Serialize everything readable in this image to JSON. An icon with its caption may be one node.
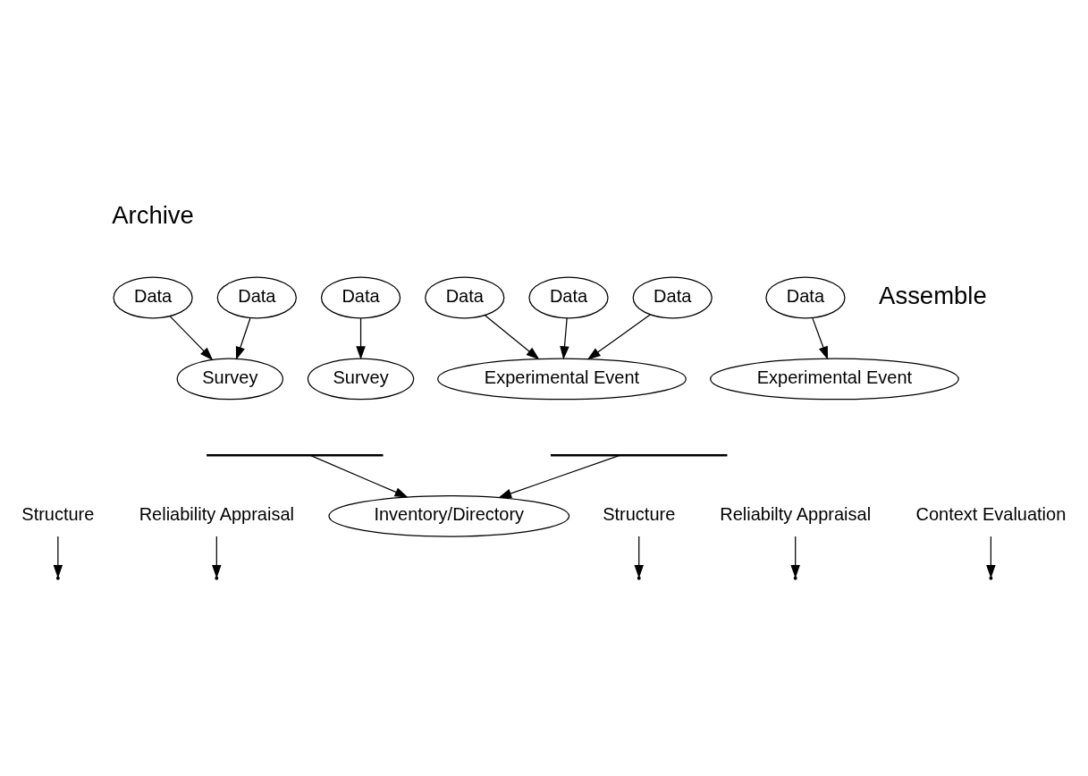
{
  "diagram": {
    "nodes": [
      {
        "text": [
          "Data"
        ]
      },
      {
        "text": [
          "Data"
        ]
      },
      {
        "text": [
          "Data"
        ]
      },
      {
        "text": [
          "Data"
        ]
      },
      {
        "text": [
          "Data"
        ]
      },
      {
        "text": [
          "Data"
        ]
      },
      {
        "text": [
          "Data"
        ]
      },
      {
        "text": [
          "Survey"
        ]
      },
      {
        "text": [
          "Survey"
        ]
      },
      {
        "text": [
          "Experimental Event"
        ]
      },
      {
        "text": [
          "Experimental Event"
        ]
      },
      {
        "text": [],
        "shape": "brace"
      },
      {
        "text": [],
        "shape": "brace"
      },
      {
        "text": [
          "Structure"
        ]
      },
      {
        "text": [
          "Reliability Appraisal"
        ]
      },
      {
        "text": [
          "Structure"
        ]
      },
      {
        "text": [
          "Reliabilty Appraisal"
        ]
      },
      {
        "text": [
          "Context Evaluation"
        ]
      },
      {
        "text": [
          "Inventory/Directory"
        ]
      }
    ],
    "edges": [
      {
        "from": 0,
        "to": 7,
        "arrow": "to"
      },
      {
        "from": 1,
        "to": 7,
        "arrow": "to"
      },
      {
        "from": 2,
        "to": 8,
        "arrow": "to"
      },
      {
        "from": 3,
        "to": 9,
        "arrow": "to"
      },
      {
        "from": 4,
        "to": 9,
        "arrow": "to"
      },
      {
        "from": 5,
        "to": 9,
        "arrow": "to"
      },
      {
        "from": 6,
        "to": 10,
        "arrow": "to"
      },
      {
        "from": 11,
        "to": 18,
        "arrow": "to"
      },
      {
        "from": 12,
        "to": 18,
        "arrow": "to"
      },
      {
        "from": 13,
        "to": null,
        "arrow": "to"
      },
      {
        "from": 14,
        "to": null,
        "arrow": "to"
      },
      {
        "from": 15,
        "to": null,
        "arrow": "to"
      },
      {
        "from": 16,
        "to": null,
        "arrow": "to"
      },
      {
        "from": 17,
        "to": null,
        "arrow": "to"
      }
    ],
    "labels": [
      "Archive",
      "Assemble"
    ]
  }
}
